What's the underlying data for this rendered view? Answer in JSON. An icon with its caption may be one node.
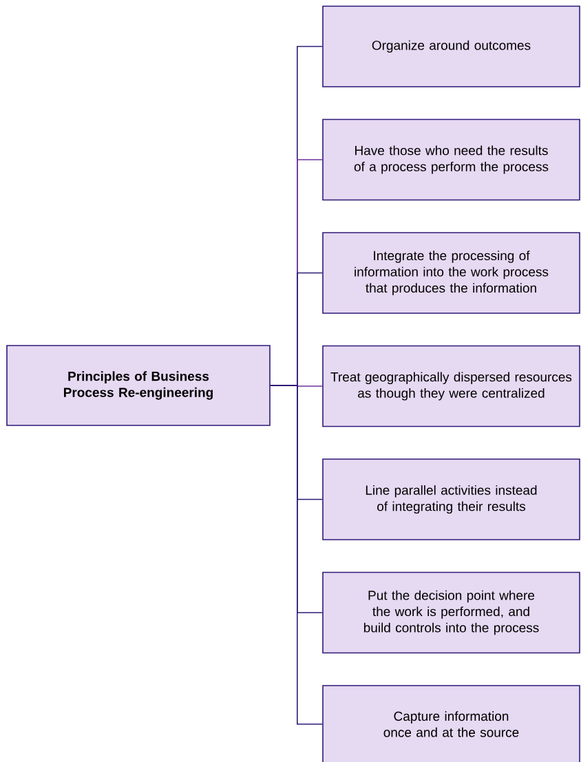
{
  "diagram": {
    "nodes": [
      {
        "text": [
          "Principles of Business Process Re-engineering"
        ]
      },
      {
        "text": [
          "Organize around outcomes"
        ]
      },
      {
        "text": [
          "Have those who need the results of a process perform the process"
        ]
      },
      {
        "text": [
          "Integrate the processing of information into the work process that produces the information"
        ]
      },
      {
        "text": [
          "Treat geographically dispersed resources as though they were centralized"
        ]
      },
      {
        "text": [
          "Line parallel activities instead of integrating their results"
        ]
      },
      {
        "text": [
          "Put the decision point where the work is performed, and build controls into the process"
        ]
      },
      {
        "text": [
          "Capture information once and at the source"
        ]
      }
    ],
    "edges": [
      {
        "from": 0,
        "to": 1,
        "arrow": "none"
      },
      {
        "from": 0,
        "to": 2,
        "arrow": "none",
        "color": "#7030a0"
      },
      {
        "from": 0,
        "to": 3,
        "arrow": "none"
      },
      {
        "from": 0,
        "to": 4,
        "arrow": "none",
        "color": "#7030a0"
      },
      {
        "from": 0,
        "to": 5,
        "arrow": "none"
      },
      {
        "from": 0,
        "to": 6,
        "arrow": "none"
      },
      {
        "from": 0,
        "to": 7,
        "arrow": "none"
      }
    ]
  }
}
